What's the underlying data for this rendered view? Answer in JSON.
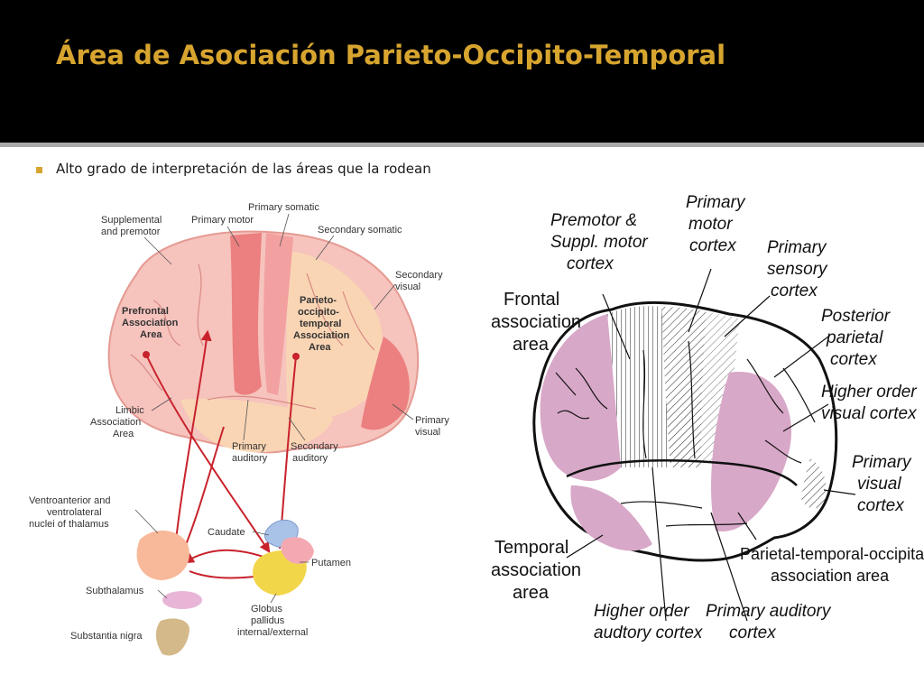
{
  "slide": {
    "title": "Área de Asociación Parieto-Occipito-Temporal",
    "bullet": "Alto grado de interpretación de las áreas que la rodean"
  },
  "left_figure": {
    "labels": {
      "primary_somatic": "Primary somatic",
      "supplemental_1": "Supplemental",
      "supplemental_2": "and premotor",
      "primary_motor": "Primary motor",
      "secondary_somatic": "Secondary somatic",
      "secondary_visual_1": "Secondary",
      "secondary_visual_2": "visual",
      "prefrontal_1": "Prefrontal",
      "prefrontal_2": "Association",
      "prefrontal_3": "Area",
      "pot_1": "Parieto-",
      "pot_2": "occipito-",
      "pot_3": "temporal",
      "pot_4": "Association",
      "pot_5": "Area",
      "limbic_1": "Limbic",
      "limbic_2": "Association",
      "limbic_3": "Area",
      "primary_visual_1": "Primary",
      "primary_visual_2": "visual",
      "primary_auditory_1": "Primary",
      "primary_auditory_2": "auditory",
      "secondary_auditory_1": "Secondary",
      "secondary_auditory_2": "auditory",
      "ventro_1": "Ventroanterior and",
      "ventro_2": "ventrolateral",
      "ventro_3": "nuclei of thalamus",
      "caudate": "Caudate",
      "putamen": "Putamen",
      "subthalamus": "Subthalamus",
      "globus_1": "Globus",
      "globus_2": "pallidus",
      "globus_3": "internal/external",
      "substantia_nigra": "Substantia nigra"
    }
  },
  "right_figure": {
    "labels": {
      "premotor_1": "Premotor &",
      "premotor_2": "Suppl. motor",
      "premotor_3": "cortex",
      "primary_motor_1": "Primary",
      "primary_motor_2": "motor",
      "primary_motor_3": "cortex",
      "primary_sensory_1": "Primary",
      "primary_sensory_2": "sensory",
      "primary_sensory_3": "cortex",
      "frontal_1": "Frontal",
      "frontal_2": "association",
      "frontal_3": "area",
      "posterior_1": "Posterior",
      "posterior_2": "parietal",
      "posterior_3": "cortex",
      "hov_1": "Higher order",
      "hov_2": "visual cortex",
      "pv_1": "Primary",
      "pv_2": "visual",
      "pv_3": "cortex",
      "temporal_1": "Temporal",
      "temporal_2": "association",
      "temporal_3": "area",
      "ptoa_1": "Parietal-temporal-occipital",
      "ptoa_2": "association area",
      "hoa_1": "Higher order",
      "hoa_2": "audtory cortex",
      "pa_1": "Primary auditory",
      "pa_2": "cortex"
    }
  },
  "colors": {
    "title": "#d7a52f",
    "bullet": "#d7a52f",
    "brain_pink": "#f6c3bd",
    "motor_red": "#ec7f7f",
    "association_peach": "#f9d5b4",
    "pathway_red": "#c8222c",
    "lavender": "#d8a8c8"
  }
}
